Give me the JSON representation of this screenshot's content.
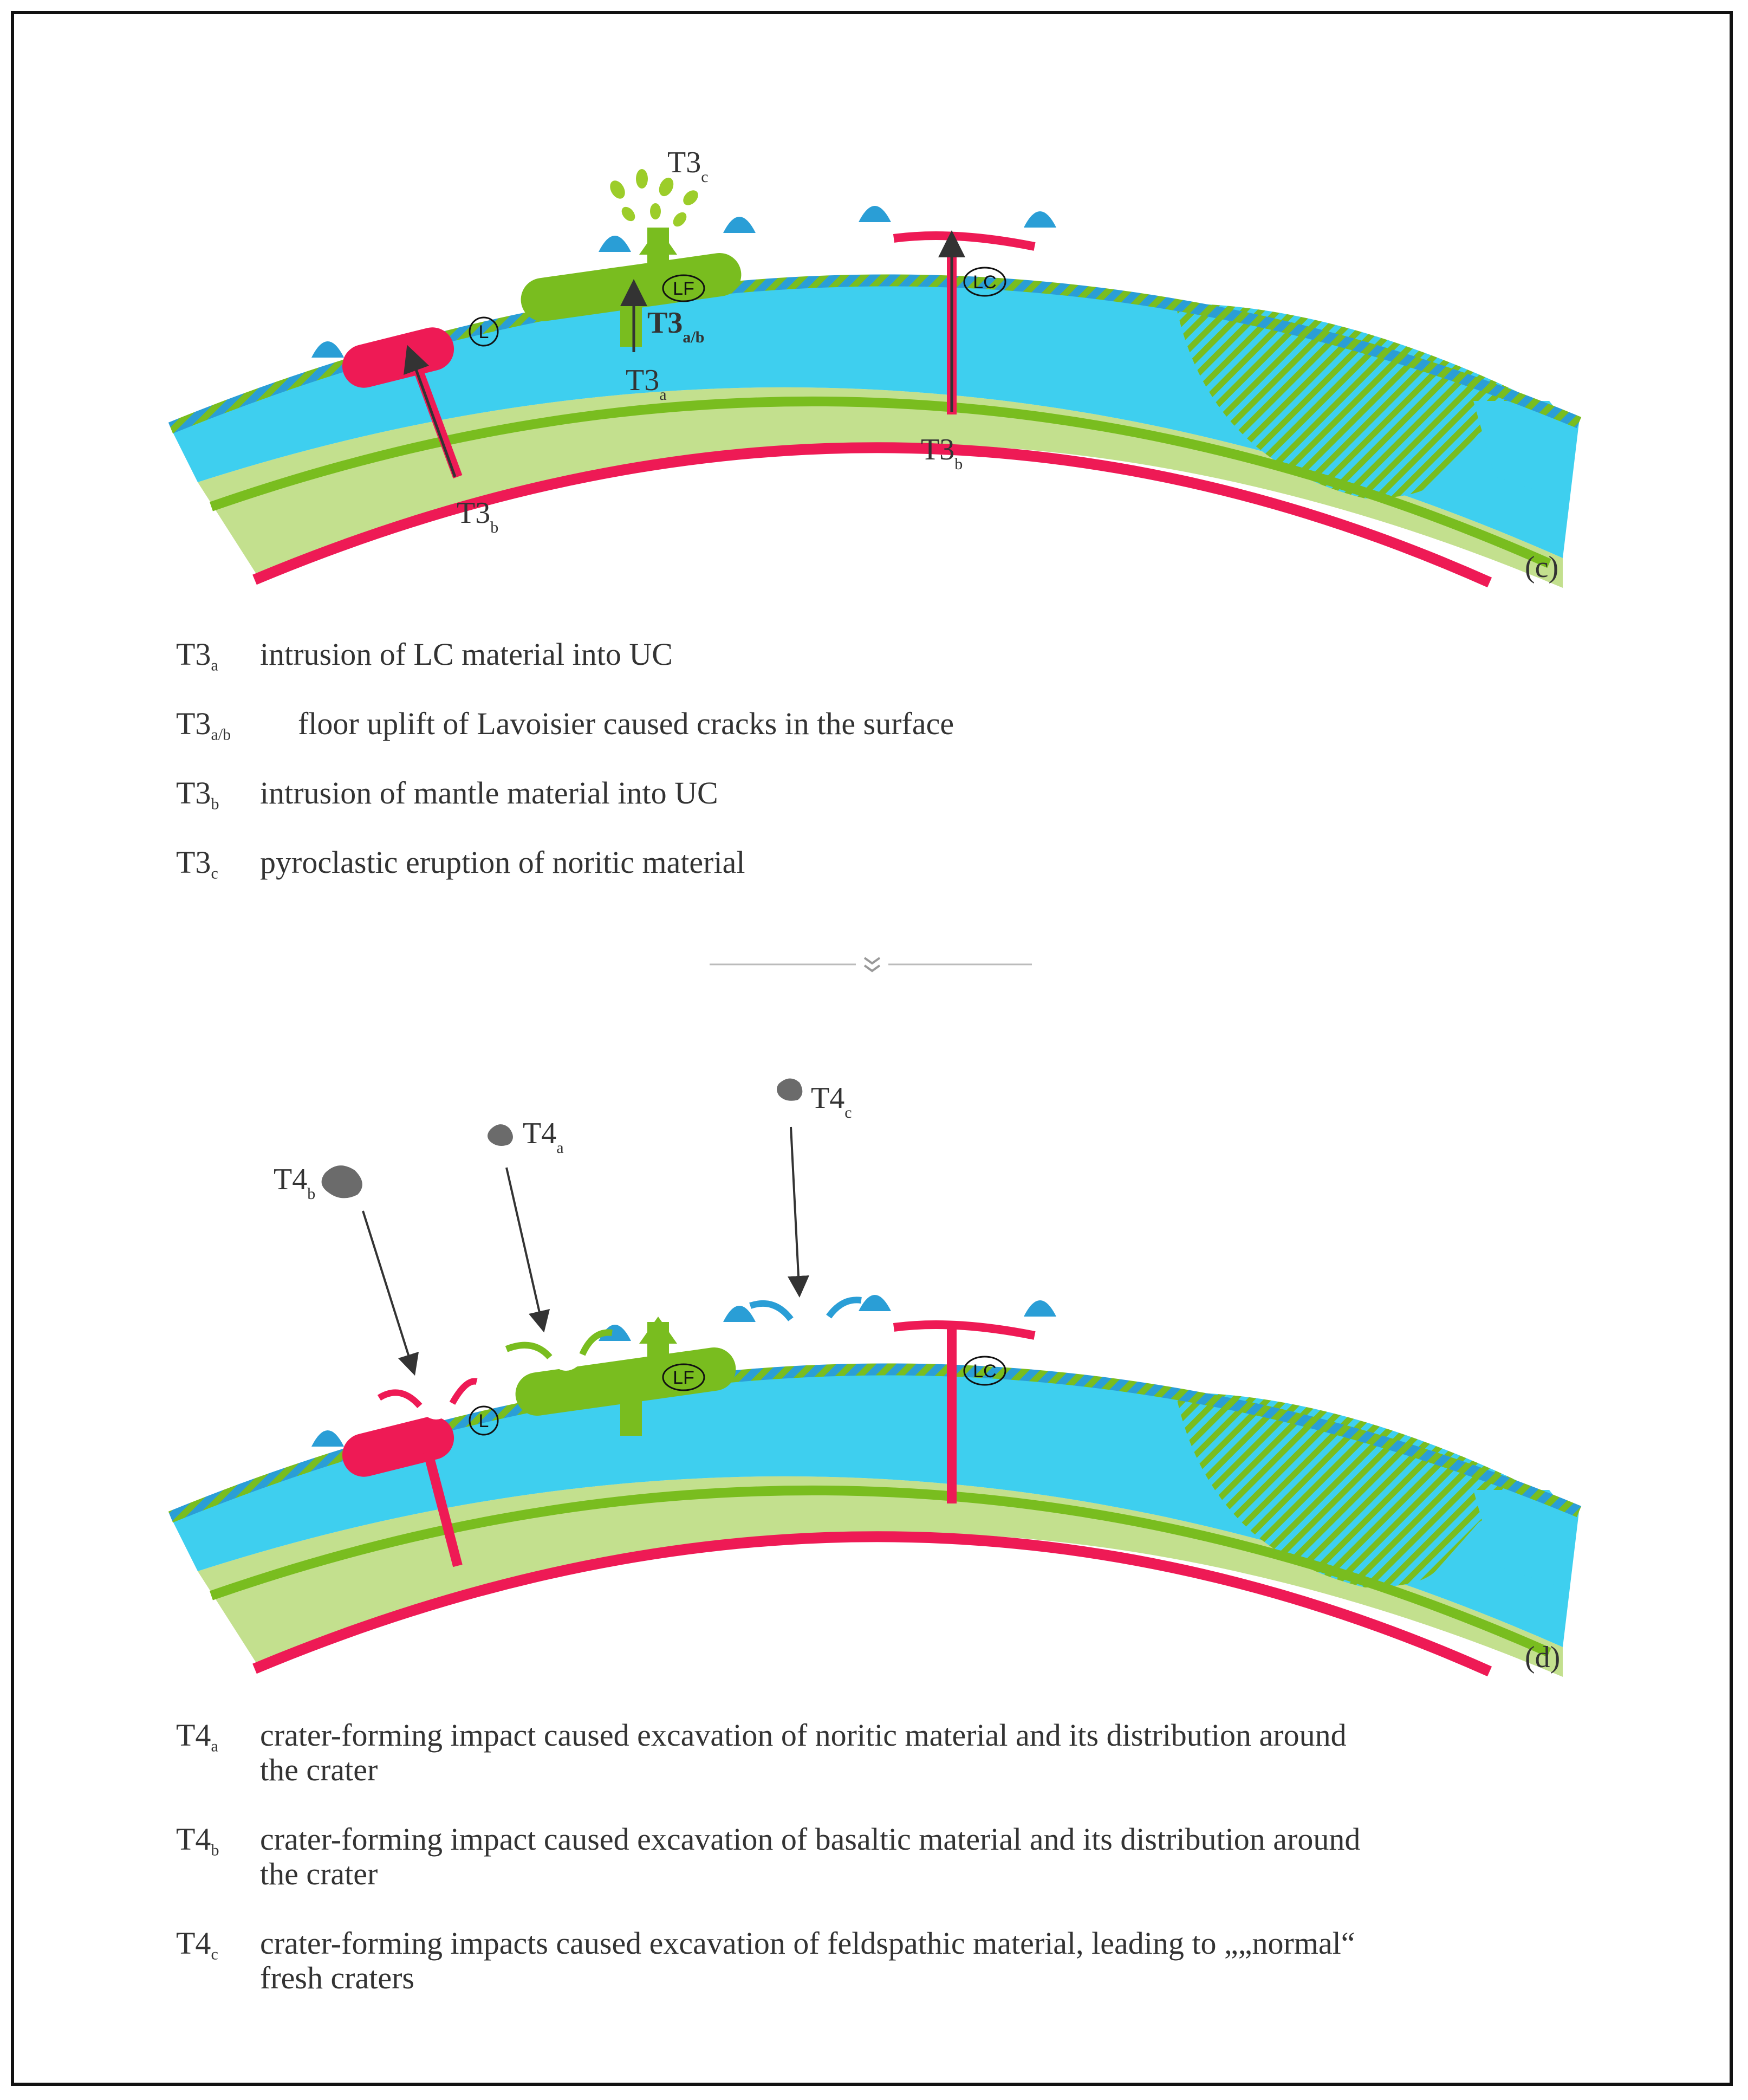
{
  "panel_c": {
    "letter": "(c)",
    "labels": {
      "t3c": {
        "main": "T3",
        "sub": "c"
      },
      "t3ab": {
        "main": "T3",
        "sub": "a/b"
      },
      "t3a": {
        "main": "T3",
        "sub": "a"
      },
      "t3b_left": {
        "main": "T3",
        "sub": "b"
      },
      "t3b_right": {
        "main": "T3",
        "sub": "b"
      }
    },
    "circles": {
      "l": "L",
      "lf": "LF",
      "lc": "LC"
    }
  },
  "legend_c": [
    {
      "code": "T3",
      "sub": "a",
      "text": "intrusion of LC material  into UC"
    },
    {
      "code": "T3",
      "sub": "a/b",
      "text": "floor uplift of Lavoisier caused cracks in the surface"
    },
    {
      "code": "T3",
      "sub": "b",
      "text": "intrusion of mantle material into UC"
    },
    {
      "code": "T3",
      "sub": "c",
      "text": "pyroclastic eruption of noritic material"
    }
  ],
  "divider_icon": "chevron-double-down-icon",
  "panel_d": {
    "letter": "(d)",
    "labels": {
      "t4a": {
        "main": "T4",
        "sub": "a"
      },
      "t4b": {
        "main": "T4",
        "sub": "b"
      },
      "t4c": {
        "main": "T4",
        "sub": "c"
      }
    },
    "circles": {
      "l": "L",
      "lf": "LF",
      "lc": "LC"
    }
  },
  "legend_d": [
    {
      "code": "T4",
      "sub": "a",
      "line1": "crater-forming impact caused excavation of noritic material and its distribution around",
      "line2": "the crater"
    },
    {
      "code": "T4",
      "sub": "b",
      "line1": "crater-forming impact caused excavation of basaltic material and its distribution around",
      "line2": "the crater"
    },
    {
      "code": "T4",
      "sub": "c",
      "line1": "crater-forming impacts caused excavation of feldspathic material, leading to „„normal“",
      "line2": "fresh craters"
    }
  ],
  "colors": {
    "upper_crust": "#3ecfef",
    "surface_blue": "#2a9ed6",
    "lower_crust": "#c3e08e",
    "crust_boundary": "#79bd1f",
    "mantle": "#ee1a55",
    "impactor": "#6b6b6b",
    "arrow": "#333333"
  }
}
